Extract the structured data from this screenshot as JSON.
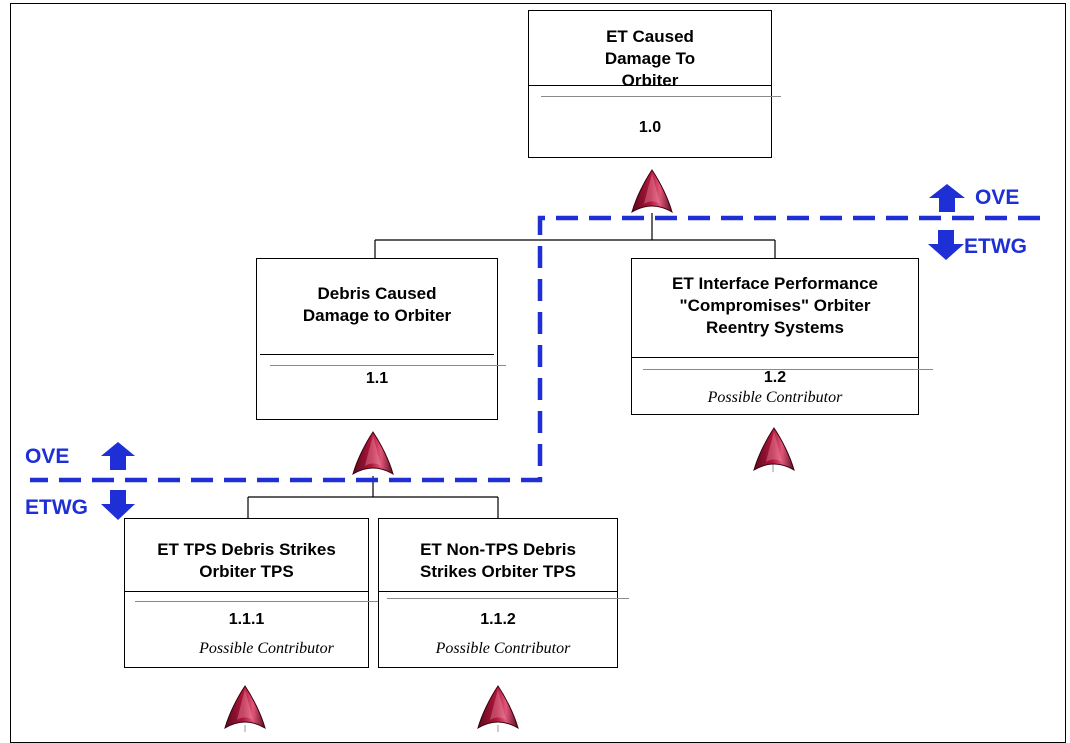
{
  "nodes": {
    "n1_0": {
      "title": "ET Caused Damage To Orbiter",
      "id": "1.0",
      "note": ""
    },
    "n1_1": {
      "title": "Debris Caused Damage to Orbiter",
      "id": "1.1",
      "note": ""
    },
    "n1_2": {
      "title": "ET Interface Performance \"Compromises\" Orbiter Reentry Systems",
      "id": "1.2",
      "note": "Possible Contributor"
    },
    "n1_1_1": {
      "title": "ET TPS Debris Strikes Orbiter TPS",
      "id": "1.1.1",
      "note": "Possible Contributor"
    },
    "n1_1_2": {
      "title": "ET Non-TPS Debris Strikes Orbiter TPS",
      "id": "1.1.2",
      "note": "Possible Contributor"
    }
  },
  "boundaries": {
    "upper": {
      "above": "OVE",
      "below": "ETWG"
    },
    "lower": {
      "above": "OVE",
      "below": "ETWG"
    }
  },
  "colors": {
    "boundary": "#1f2fd6",
    "gate_dark": "#5a0a1e",
    "gate_mid": "#b0153a",
    "gate_light": "#f2a7b6"
  },
  "icons": {
    "gate": "or-gate-icon",
    "up": "arrow-up-icon",
    "down": "arrow-down-icon"
  }
}
